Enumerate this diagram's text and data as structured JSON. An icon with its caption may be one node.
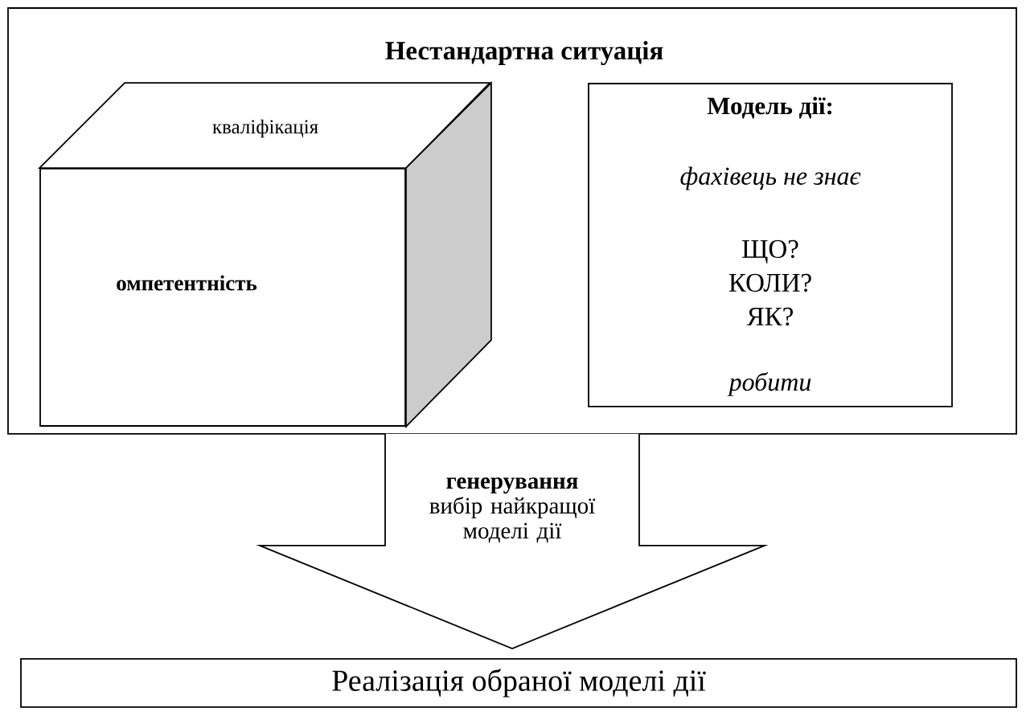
{
  "diagram": {
    "nodes": [
      {
        "text": [
          "Нестандартна ситуація"
        ]
      },
      {
        "text": [
          "кваліфікація",
          "омпетентність"
        ],
        "in": 0
      },
      {
        "text": [
          "Модель дії:",
          "фахівець не знає",
          "ЩО? КОЛИ? ЯК?",
          "робити"
        ],
        "in": 0
      },
      {
        "text": [
          "Реалізація обраної моделі дії"
        ]
      }
    ],
    "edges": [
      {
        "from": 0,
        "to": 3,
        "arrow": "to",
        "label": "**генерування** вибір найкращої моделі дії"
      }
    ]
  }
}
